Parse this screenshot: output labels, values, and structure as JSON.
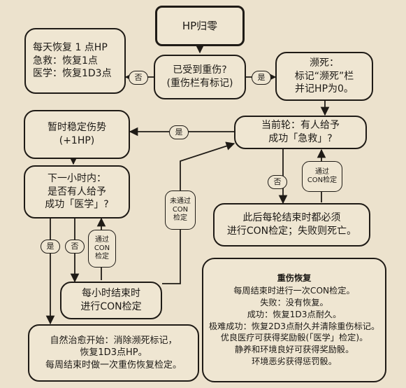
{
  "nodes": {
    "hp_zero": "HP归零",
    "daily_recovery": [
      "每天恢复 1 点HP",
      "急救：恢复1点",
      "医学：恢复1D3点"
    ],
    "severe_injury_check": [
      "已受到重伤?",
      "(重伤栏有标记)"
    ],
    "dying": [
      "濒死：",
      "标记“濒死”栏",
      "并记HP为0。"
    ],
    "stabilize": [
      "暂时稳定伤势",
      "(+1HP)"
    ],
    "first_aid_check": [
      "当前轮：有人给予",
      "成功「急救」?"
    ],
    "medicine_check": [
      "下一小时内：",
      "是否有人给予",
      "成功「医学」?"
    ],
    "round_con_check": [
      "此后每轮结束时都必须",
      "进行CON检定；失败则死亡。"
    ],
    "hourly_con_check": [
      "每小时结束时",
      "进行CON检定"
    ],
    "natural_healing": [
      "自然治愈开始：消除濒死标记，",
      "恢复1D3点HP。",
      "每周结束时做一次重伤恢复检定。"
    ]
  },
  "major_wound_recovery": {
    "title": "重伤恢复",
    "lines": [
      "每周结束时进行一次CON检定。",
      "失败：没有恢复。",
      "成功：恢复1D3点耐久。",
      "极难成功：恢复2D3点耐久并清除重伤标记。",
      "优良医疗可获得奖励骰(「医学」检定)。",
      "静养和环境良好可获得奖励骰。",
      "环境恶劣获得惩罚骰。"
    ]
  },
  "edge_labels": {
    "no_left": "否",
    "yes_right": "是",
    "yes_stabilize": "是",
    "no_down": "否",
    "pass_con_right": [
      "通过",
      "CON检定"
    ],
    "fail_con": [
      "未通过",
      "CON",
      "检定"
    ],
    "yes_medicine": "是",
    "no_medicine": "否",
    "pass_con_left": [
      "通过",
      "CON",
      "检定"
    ]
  },
  "colors": {
    "background": "#ece2cd",
    "ink": "#1f1b16",
    "box_fill": "#efe6d2"
  }
}
